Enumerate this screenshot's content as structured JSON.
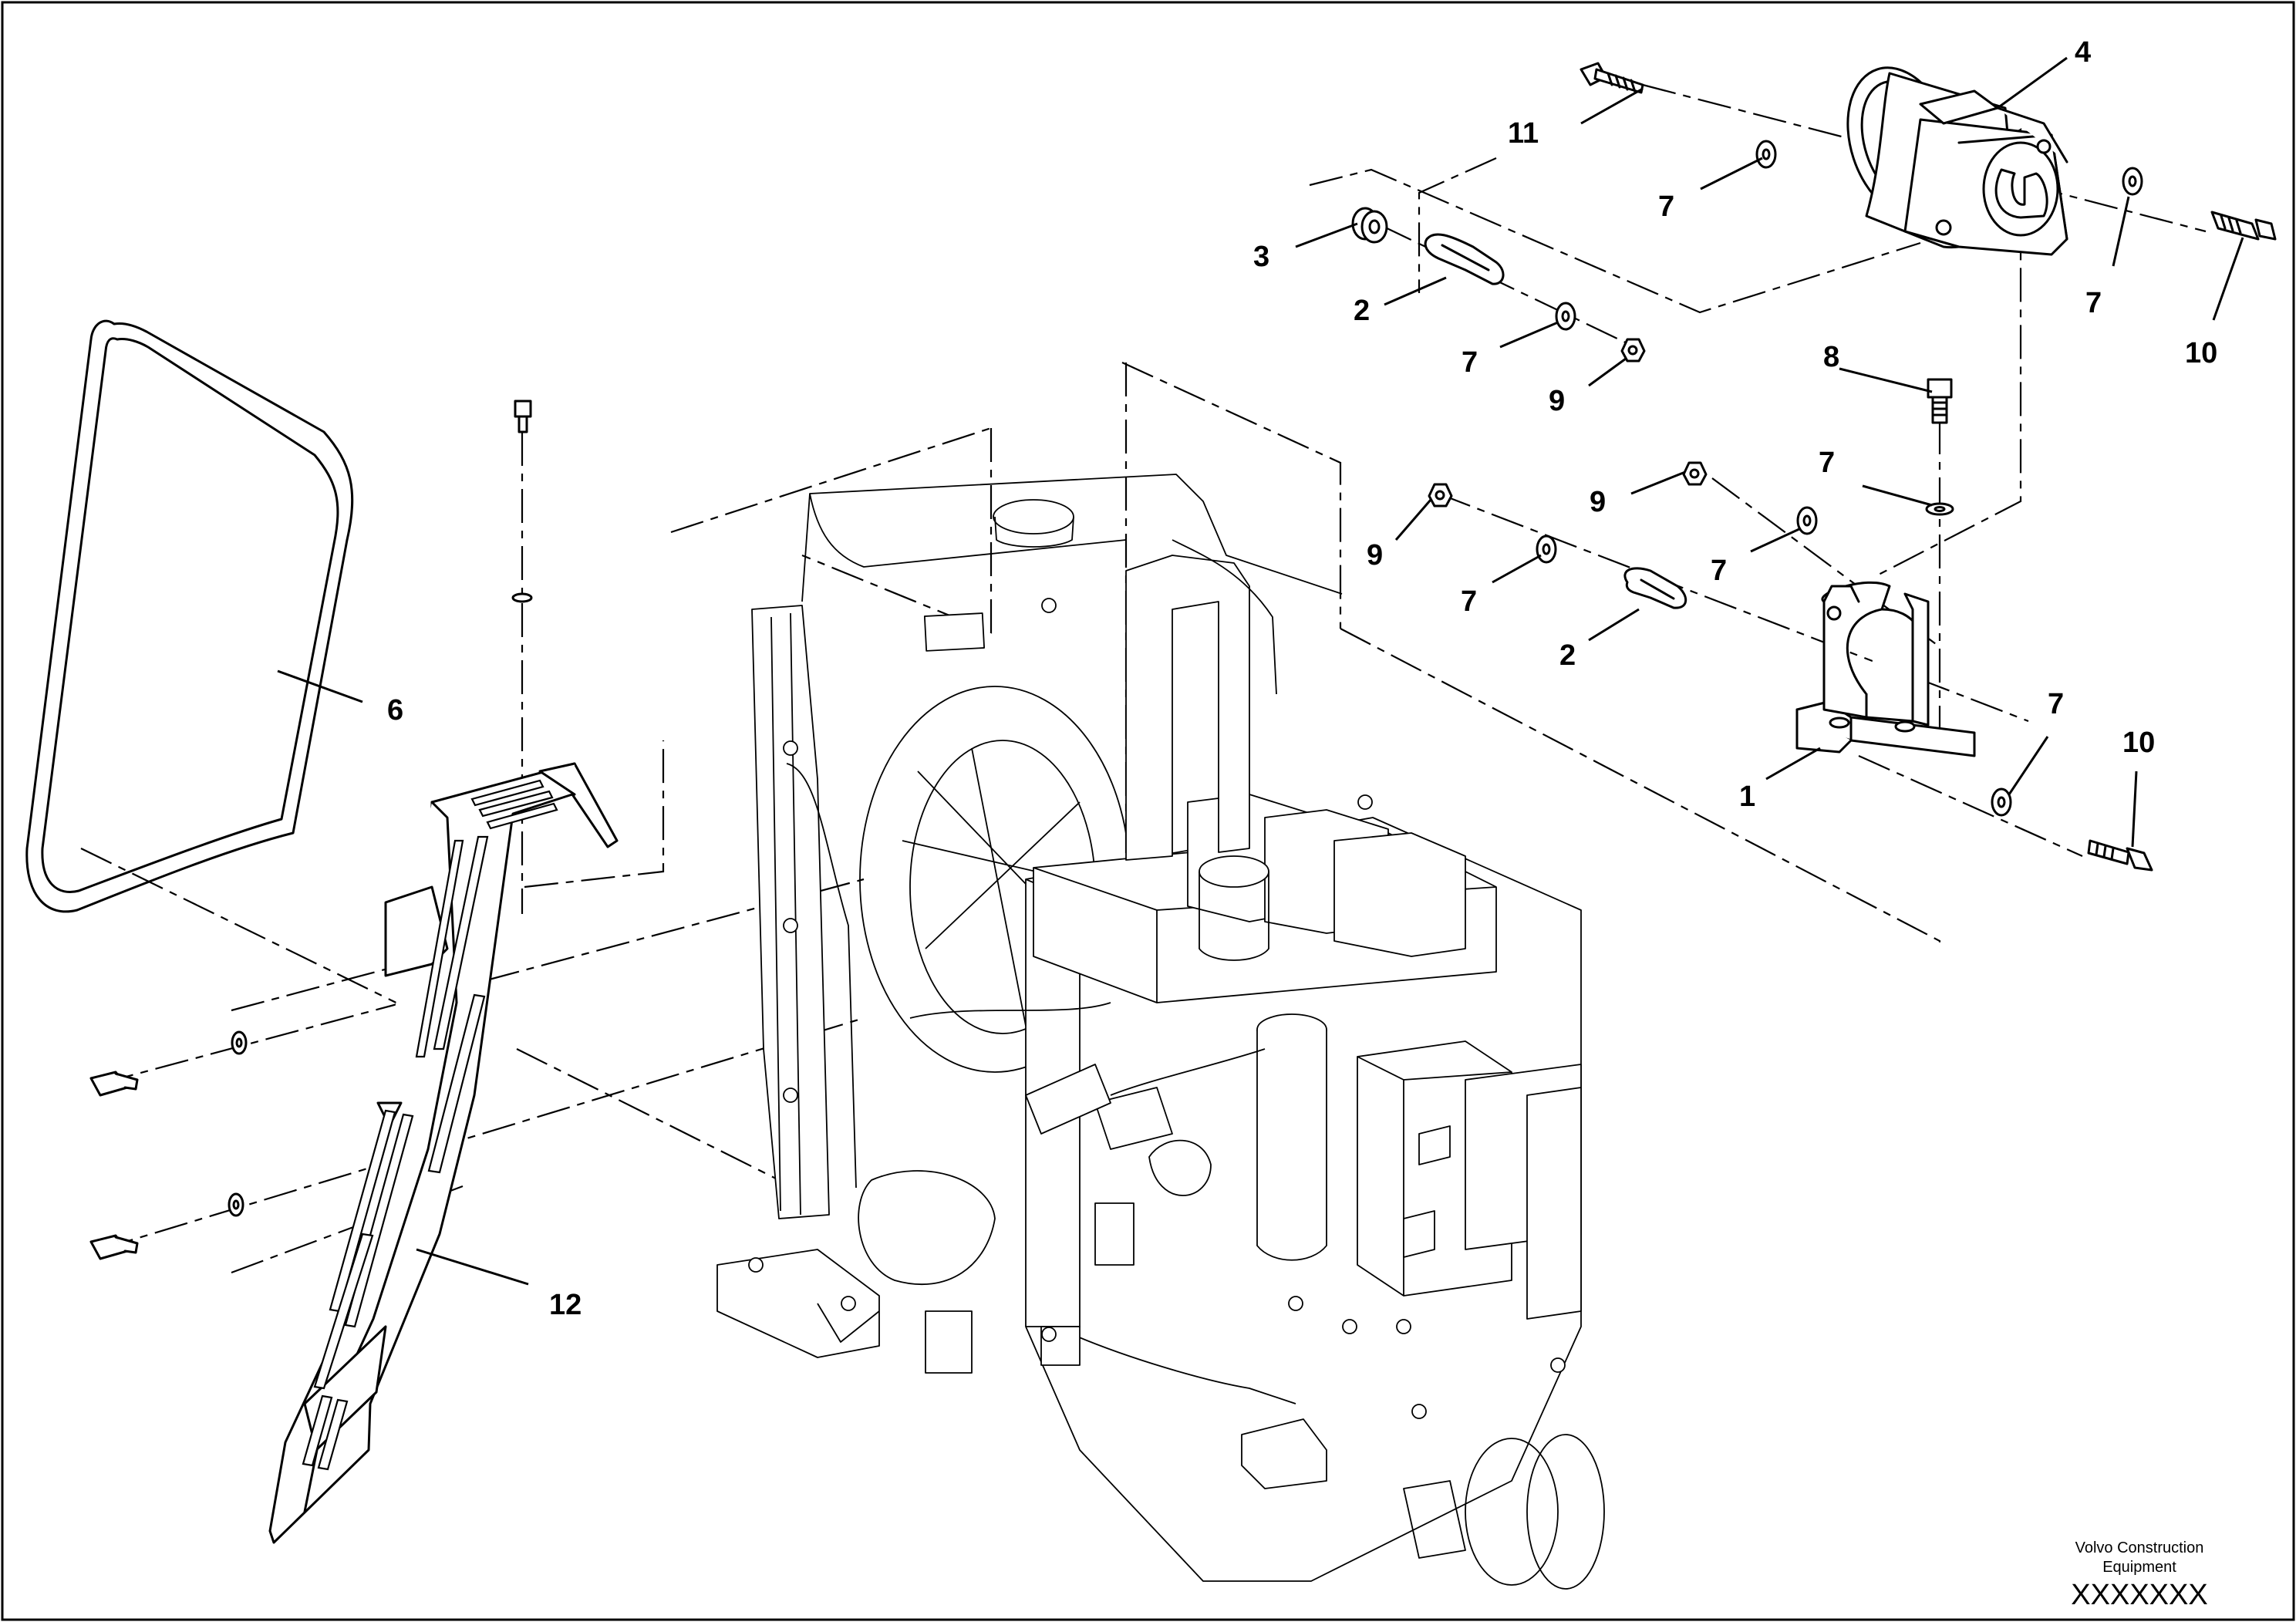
{
  "callouts": {
    "c1": "1",
    "c2a": "2",
    "c2b": "2",
    "c3": "3",
    "c4": "4",
    "c6": "6",
    "c7a": "7",
    "c7b": "7",
    "c7c": "7",
    "c7d": "7",
    "c7e": "7",
    "c7f": "7",
    "c7g": "7",
    "c8": "8",
    "c9a": "9",
    "c9b": "9",
    "c9c": "9",
    "c10a": "10",
    "c10b": "10",
    "c11": "11",
    "c12": "12"
  },
  "footer": {
    "line1": "Volvo Construction",
    "line2": "Equipment",
    "code": "XXXXXXX"
  }
}
